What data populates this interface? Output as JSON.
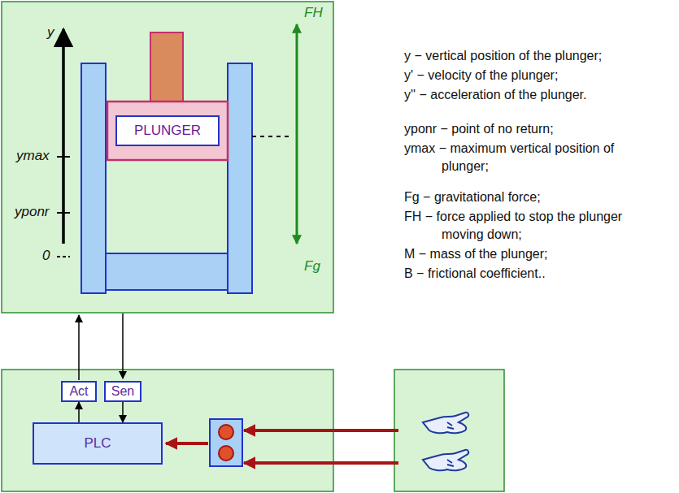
{
  "diagram": {
    "nodes": [
      {
        "text": [
          "PLUNGER"
        ]
      },
      {
        "text": [
          "Act"
        ]
      },
      {
        "text": [
          "Sen"
        ]
      },
      {
        "text": [
          "PLC"
        ]
      }
    ],
    "edges": [
      {
        "from": 3,
        "to": 1,
        "arrow": "to"
      },
      {
        "from": 2,
        "to": 3,
        "arrow": "to"
      }
    ],
    "labels": [
      "y",
      "ymax",
      "yponr",
      "0",
      "FH",
      "Fg",
      "y − vertical position of the plunger;",
      "y' − velocity of the plunger;",
      "y'' − acceleration of the plunger.",
      "yponr − point of no return;",
      "ymax − maximum vertical position of plunger;",
      "Fg − gravitational force;",
      "FH − force applied to stop the plunger moving down;",
      "M − mass of the plunger;",
      "B − frictional coefficient.."
    ]
  }
}
